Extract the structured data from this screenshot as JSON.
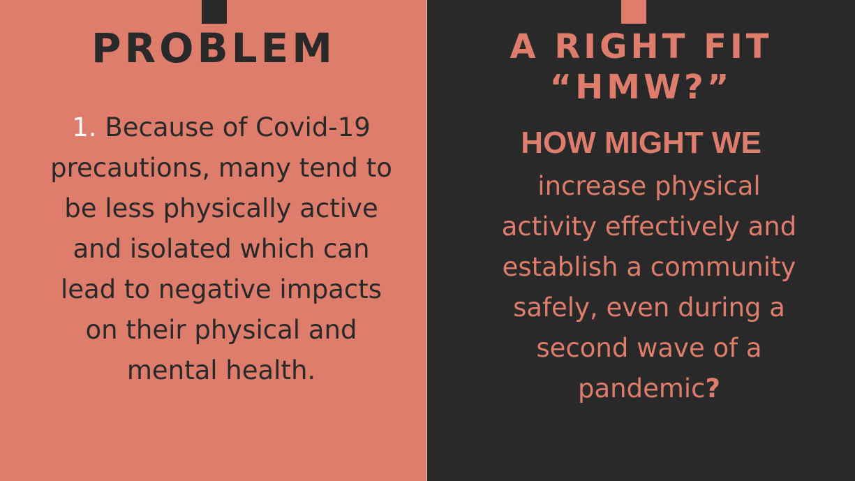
{
  "left_panel": {
    "title": "PROBLEM",
    "item_number": "1.",
    "item_text": "Because of Covid-19 precautions, many tend to be less physically active and isolated which can lead to negative impacts on their physical and mental health."
  },
  "right_panel": {
    "title_line1": "A RIGHT FIT",
    "title_line2": "“HMW?”",
    "heading": "HOW MIGHT WE",
    "body": "increase physical activity effectively and establish a community safely, even during a second wave of a pandemic",
    "end_mark": "?"
  },
  "colors": {
    "salmon": "#DE7D6C",
    "charcoal": "#2A2929",
    "white": "#FFFFFF"
  }
}
